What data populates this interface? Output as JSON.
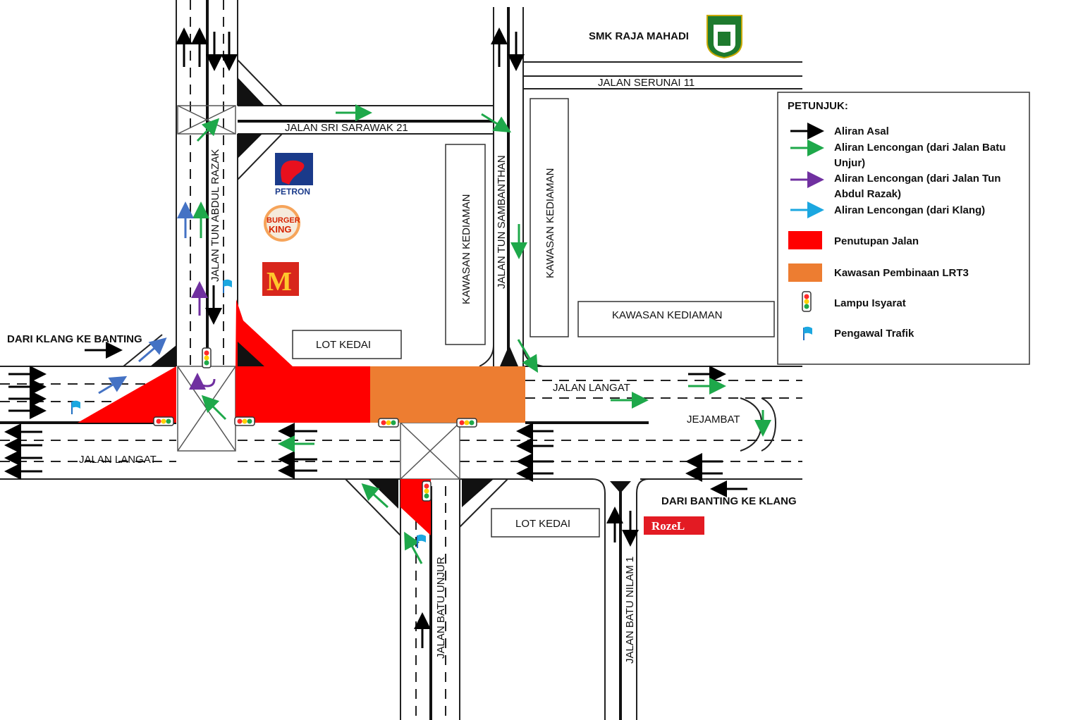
{
  "map": {
    "school_name": "SMK RAJA MAHADI",
    "roads": {
      "jalan_serunai": "JALAN SERUNAI 11",
      "jalan_sri_sarawak": "JALAN SRI SARAWAK 21",
      "jalan_tun_abdul_razak": "JALAN TUN ABDUL RAZAK",
      "jalan_tun_sambanthan": "JALAN TUN SAMBANTHAN",
      "jalan_langat_east": "JALAN LANGAT",
      "jalan_langat_west": "JALAN LANGAT",
      "jalan_batu_unjur": "JALAN BATU UNJUR",
      "jalan_batu_nilam": "JALAN BATU NILAM 1"
    },
    "areas": {
      "kawasan_kediaman_1": "KAWASAN KEDIAMAN",
      "kawasan_kediaman_2": "KAWASAN KEDIAMAN",
      "kawasan_kediaman_3": "KAWASAN KEDIAMAN",
      "lot_kedai_1": "LOT KEDAI",
      "lot_kedai_2": "LOT KEDAI",
      "jejambat": "JEJAMBAT"
    },
    "directions": {
      "klang_to_banting": "DARI KLANG KE BANTING",
      "banting_to_klang": "DARI BANTING KE KLANG"
    },
    "logos": {
      "petron": "PETRON",
      "burger_king_1": "BURGER",
      "burger_king_2": "KING",
      "mcdonalds": "M",
      "rozel": "RozeL"
    }
  },
  "legend": {
    "title": "PETUNJUK:",
    "items": [
      {
        "label": "Aliran Asal",
        "color": "#000000",
        "kind": "arrow"
      },
      {
        "label": "Aliran Lencongan (dari Jalan Batu",
        "label2": "Unjur)",
        "color": "#1ea84a",
        "kind": "arrow"
      },
      {
        "label": "Aliran Lencongan (dari Jalan Tun",
        "label2": "Abdul Razak)",
        "color": "#7030a0",
        "kind": "arrow"
      },
      {
        "label": "Aliran Lencongan (dari Klang)",
        "color": "#1ba7e0",
        "kind": "arrow"
      },
      {
        "label": "Penutupan Jalan",
        "color": "#ff0000",
        "kind": "box"
      },
      {
        "label": "Kawasan Pembinaan LRT3",
        "color": "#ed7d31",
        "kind": "box"
      },
      {
        "label": "Lampu Isyarat",
        "kind": "traffic-light"
      },
      {
        "label": "Pengawal Trafik",
        "kind": "flag"
      }
    ]
  },
  "colors": {
    "closure": "#ff0000",
    "lrt3": "#ed7d31",
    "green": "#1ea84a",
    "purple": "#7030a0",
    "blue": "#4472c4",
    "cyan": "#1ba7e0"
  }
}
